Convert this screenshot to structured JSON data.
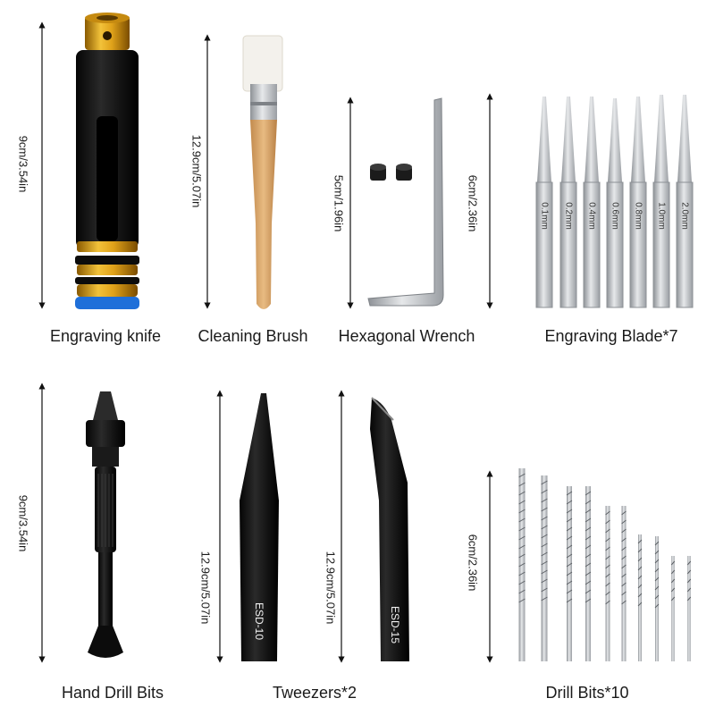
{
  "captions": {
    "engraving_knife": "Engraving knife",
    "cleaning_brush": "Cleaning Brush",
    "hexagonal_wrench": "Hexagonal Wrench",
    "engraving_blade": "Engraving Blade*7",
    "hand_drill": "Hand Drill Bits",
    "tweezers": "Tweezers*2",
    "drill_bits": "Drill Bits*10"
  },
  "dimensions": {
    "knife": "9cm/3.54in",
    "brush": "12.9cm/5.07in",
    "screws": "5cm/1.96in",
    "wrench": "6cm/2.36in",
    "hand_drill": "9cm/3.54in",
    "tweezer_1": "12.9cm/5.07in",
    "tweezer_2": "12.9cm/5.07in",
    "drill_bits": "6cm/2.36in"
  },
  "blade_sizes": [
    "0.1mm",
    "0.2mm",
    "0.4mm",
    "0.6mm",
    "0.8mm",
    "1.0mm",
    "2.0mm"
  ],
  "tweezer_labels": [
    "ESD-10",
    "ESD-15"
  ],
  "colors": {
    "knife_gold": "#e0a21a",
    "knife_blue": "#1e6fd9",
    "handle_black": "#141414",
    "brush_wood": "#d9a56a",
    "steel": "#b9bcc0"
  }
}
